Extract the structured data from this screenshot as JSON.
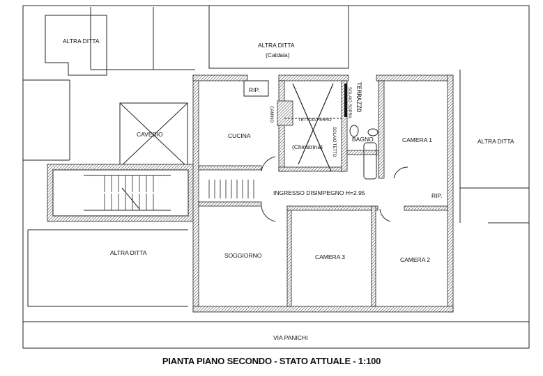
{
  "title": "PIANTA PIANO SECONDO - STATO ATTUALE - 1:100",
  "rooms": {
    "altra_ditta_top_left": "ALTRA DITTA",
    "altra_ditta_top": "ALTRA DITTA",
    "caldaia": "(Caldaia)",
    "rip_top": "RIP.",
    "terrazzo": "TERRAZZO",
    "solaio_sopra": "SOLAIO SOPRA",
    "camino": "CAMINO",
    "tettoia_ferro": "TETTOIA FERRO",
    "chiostrina": "(Chiostrina)",
    "solaio_tetto": "SOLAIO TETTO",
    "bagno": "BAGNO",
    "cavedio": "CAVEDIO",
    "cucina": "CUCINA",
    "camera1": "CAMERA 1",
    "altra_ditta_right": "ALTRA DITTA",
    "ingresso": "INGRESSO  DISIMPEGNO  H=2.95",
    "rip_right": "RIP.",
    "altra_ditta_left": "ALTRA DITTA",
    "soggiorno": "SOGGIORNO",
    "camera3": "CAMERA 3",
    "camera2": "CAMERA 2",
    "via": "VIA PANICHI"
  }
}
